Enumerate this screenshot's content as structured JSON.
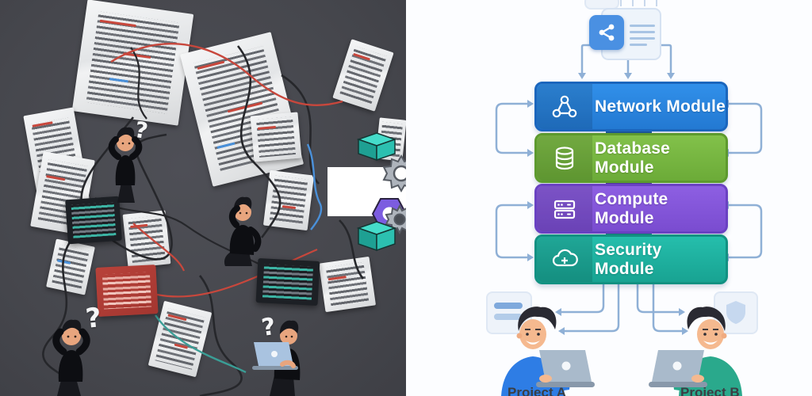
{
  "left_panel": {
    "description": "chaotic tangled code papers with frustrated developers",
    "question_mark": "?",
    "colors": {
      "background": "#46474d",
      "paper": "#eceded",
      "code_line": "#4d5057",
      "accent_red": "#c8473c",
      "accent_blue": "#4a90d9",
      "terminal_bg": "#1d2025",
      "terminal_text": "#40c4b2",
      "red_panel": "#b03a33",
      "wire_black": "#26272b",
      "wire_red": "#c8473c",
      "wire_blue": "#4a90d9",
      "wire_teal": "#3a9e96"
    }
  },
  "transform_arrow": {
    "fill": "#ffffff",
    "outline": "#3e4147",
    "shapes": [
      {
        "name": "teal-cube-top"
      },
      {
        "name": "gear-large"
      },
      {
        "name": "purple-cube"
      },
      {
        "name": "purple-hexagon"
      },
      {
        "name": "gear-small"
      },
      {
        "name": "teal-cube-bottom"
      }
    ]
  },
  "right_panel": {
    "background": "#fcfdff",
    "connector_color": "#8fb0d6",
    "top_icon": {
      "name": "share-document-icon",
      "tile_color": "#4a90e2"
    },
    "modules": [
      {
        "label": "Network Module",
        "icon": "network-nodes-icon",
        "color": "#3190ea",
        "dark": "#2379d2",
        "border": "#1b66bd",
        "connector_below": "#1d5c9e"
      },
      {
        "label": "Database Module",
        "icon": "database-icon",
        "color": "#82c14a",
        "dark": "#6cab38",
        "border": "#5d9a2e",
        "connector_below": "#5a3aa0"
      },
      {
        "label": "Compute Module",
        "icon": "server-icon",
        "color": "#8d5fe2",
        "dark": "#7a4cd0",
        "border": "#6a41c2",
        "connector_below": "#15837a"
      },
      {
        "label": "Security Module",
        "icon": "cloud-security-icon",
        "color": "#25beac",
        "dark": "#18a392",
        "border": "#129182",
        "connector_below": null
      }
    ],
    "projects": [
      {
        "label": "Project A",
        "shirt": "#2e7de5"
      },
      {
        "label": "Project B",
        "shirt": "#2aa98c"
      }
    ]
  }
}
